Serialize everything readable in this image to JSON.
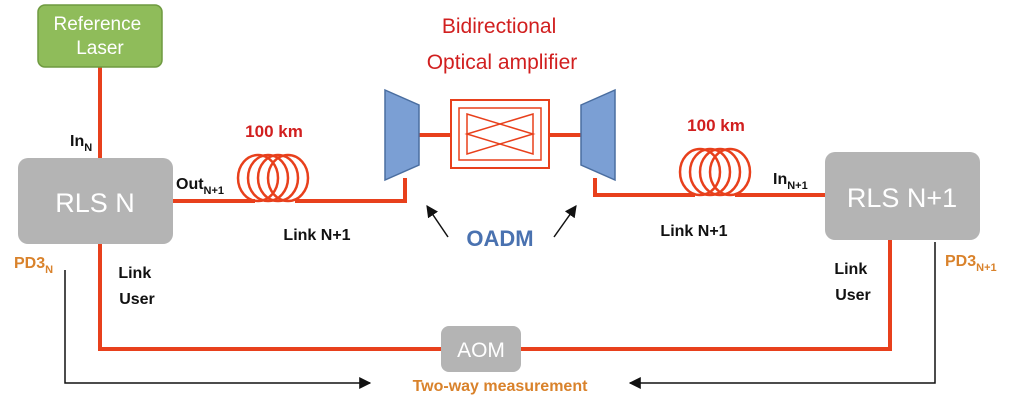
{
  "boxes": {
    "reference_laser": "Reference\nLaser",
    "rls_n": "RLS N",
    "rls_n1": "RLS N+1",
    "aom": "AOM"
  },
  "labels": {
    "amplifier_title": "Bidirectional\nOptical amplifier",
    "fiber_left_km": "100 km",
    "fiber_right_km": "100 km",
    "in_n": {
      "base": "In",
      "sub": "N"
    },
    "out_n1": {
      "base": "Out",
      "sub": "N+1"
    },
    "in_n1": {
      "base": "In",
      "sub": "N+1"
    },
    "pd3_n": {
      "base": "PD3",
      "sub": "N"
    },
    "pd3_n1": {
      "base": "PD3",
      "sub": "N+1"
    },
    "link_left": "Link N+1",
    "link_right": "Link N+1",
    "link_user_left": "Link\nUser",
    "link_user_right": "Link\nUser",
    "oadm": "OADM",
    "two_way": "Two-way measurement"
  },
  "colors": {
    "fiber": "#e8401c",
    "green_box": "#8fbc5a",
    "gray_box": "#b4b4b4",
    "oadm_blue": "#7b9fd4",
    "label_red": "#d11f1f",
    "label_orange": "#d9822b",
    "label_blue": "#4a72b0"
  }
}
